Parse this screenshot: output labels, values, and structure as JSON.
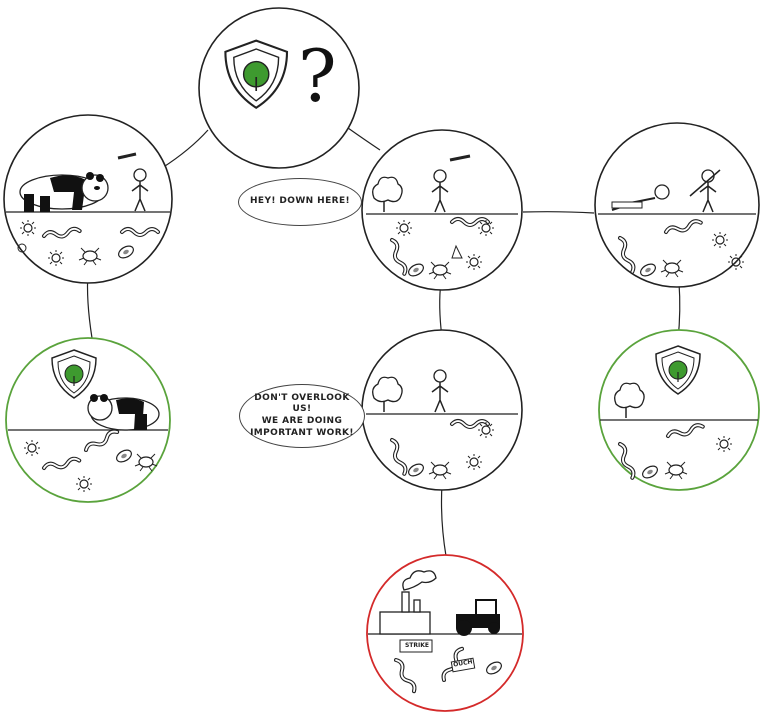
{
  "speech_bubbles": {
    "hey_down_here": "HEY! DOWN HERE!",
    "dont_overlook": "DON'T OVERLOOK US!\nWE ARE DOING\nIMPORTANT WORK!"
  },
  "question_mark": "?",
  "signs": {
    "strike": "STRIKE",
    "sign2": "OUCH"
  },
  "colors": {
    "outline": "#222222",
    "protected": "#5aa33c",
    "threatened": "#d42a2a",
    "tree_fill": "#3e9a2f",
    "bubble_border": "#444444"
  },
  "icons": [
    "shield-tree-icon",
    "question-mark-icon",
    "panda-icon",
    "person-telescope-icon",
    "worm-icon",
    "microbe-icon",
    "tardigrade-icon",
    "factory-icon",
    "tractor-icon",
    "tree-icon"
  ]
}
